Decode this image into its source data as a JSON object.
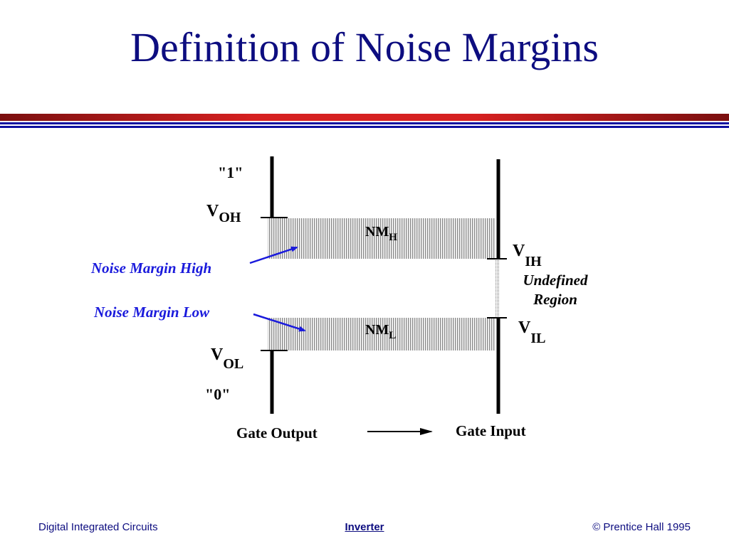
{
  "slide": {
    "title": "Definition of Noise Margins"
  },
  "diagram": {
    "output_high_logic": "\"1\"",
    "output_low_logic": "\"0\"",
    "voh": {
      "main": "V",
      "sub": "OH"
    },
    "vol": {
      "main": "V",
      "sub": "OL"
    },
    "vih": {
      "main": "V",
      "sub": "IH"
    },
    "vil": {
      "main": "V",
      "sub": "IL"
    },
    "nmh": {
      "main": "NM",
      "sub": "H"
    },
    "nml": {
      "main": "NM",
      "sub": "L"
    },
    "noise_margin_high_label": "Noise Margin High",
    "noise_margin_low_label": "Noise Margin Low",
    "undefined_region_line1": "Undefined",
    "undefined_region_line2": "Region",
    "gate_output_label": "Gate Output",
    "gate_input_label": "Gate Input"
  },
  "footer": {
    "left": "Digital Integrated Circuits",
    "center": "Inverter",
    "right": "© Prentice Hall 1995"
  },
  "colors": {
    "title": "#0d0d80",
    "annotation_blue": "#1a1adc",
    "red_bar": "#d62020",
    "blue_bar": "#1010a0"
  }
}
